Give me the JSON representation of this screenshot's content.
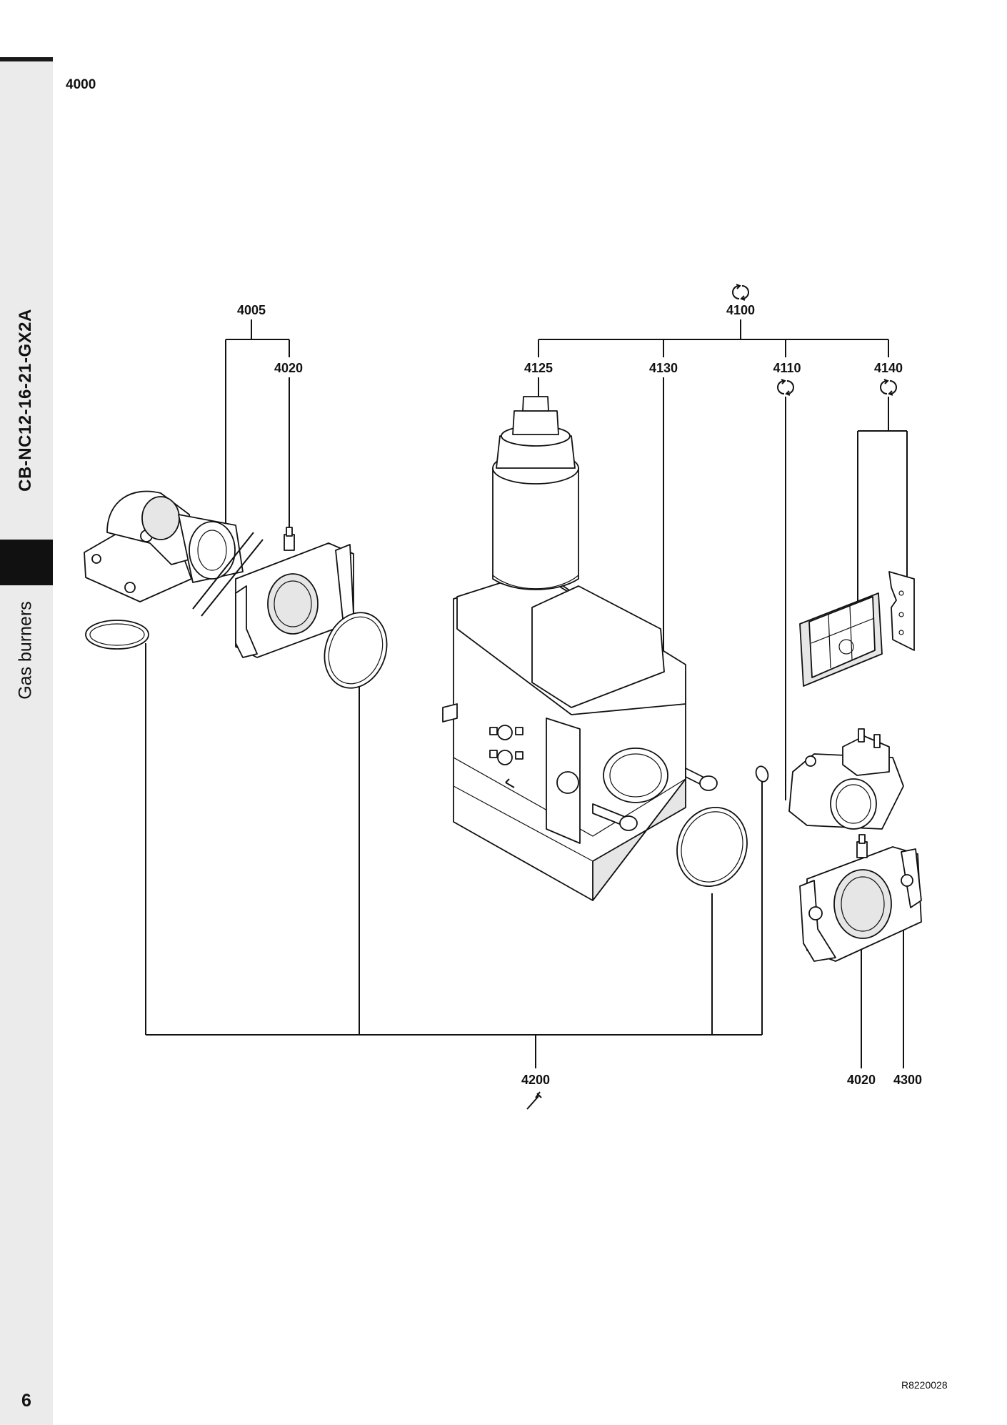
{
  "sidebar": {
    "title": "CB-NC12-16-21-GX2A",
    "subtitle": "Gas burners"
  },
  "header": {
    "section_code": "4000"
  },
  "diagram": {
    "labels": {
      "p4005": "4005",
      "p4020_top": "4020",
      "p4100": "4100",
      "p4125": "4125",
      "p4130": "4130",
      "p4110": "4110",
      "p4140": "4140",
      "p4200": "4200",
      "p4020_bottom": "4020",
      "p4300": "4300"
    },
    "icons": {
      "kit_symbol": "open-circle-arrows-icon",
      "wear_part_symbol": "wrench-icon"
    }
  },
  "footer": {
    "page_number": "6",
    "doc_ref": "R8220028"
  }
}
